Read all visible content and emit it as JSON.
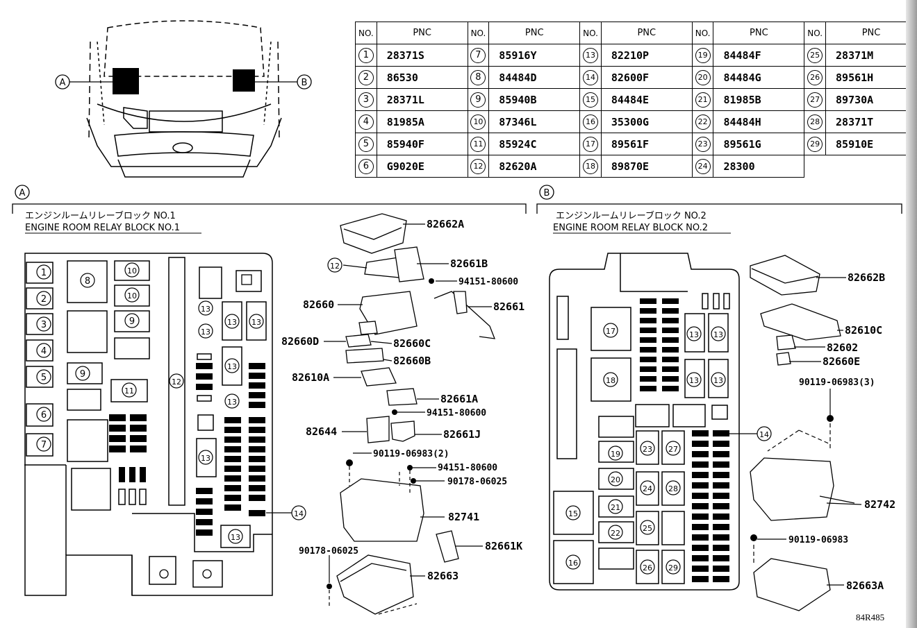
{
  "table": {
    "header_no": "NO.",
    "header_pnc": "PNC",
    "rows": [
      [
        {
          "no": "1",
          "pnc": "28371S"
        },
        {
          "no": "7",
          "pnc": "85916Y"
        },
        {
          "no": "13",
          "pnc": "82210P"
        },
        {
          "no": "19",
          "pnc": "84484F"
        },
        {
          "no": "25",
          "pnc": "28371M"
        }
      ],
      [
        {
          "no": "2",
          "pnc": "86530"
        },
        {
          "no": "8",
          "pnc": "84484D"
        },
        {
          "no": "14",
          "pnc": "82600F"
        },
        {
          "no": "20",
          "pnc": "84484G"
        },
        {
          "no": "26",
          "pnc": "89561H"
        }
      ],
      [
        {
          "no": "3",
          "pnc": "28371L"
        },
        {
          "no": "9",
          "pnc": "85940B"
        },
        {
          "no": "15",
          "pnc": "84484E"
        },
        {
          "no": "21",
          "pnc": "81985B"
        },
        {
          "no": "27",
          "pnc": "89730A"
        }
      ],
      [
        {
          "no": "4",
          "pnc": "81985A"
        },
        {
          "no": "10",
          "pnc": "87346L"
        },
        {
          "no": "16",
          "pnc": "35300G"
        },
        {
          "no": "22",
          "pnc": "84484H"
        },
        {
          "no": "28",
          "pnc": "28371T"
        }
      ],
      [
        {
          "no": "5",
          "pnc": "85940F"
        },
        {
          "no": "11",
          "pnc": "85924C"
        },
        {
          "no": "17",
          "pnc": "89561F"
        },
        {
          "no": "23",
          "pnc": "89561G"
        },
        {
          "no": "29",
          "pnc": "85910E"
        }
      ],
      [
        {
          "no": "6",
          "pnc": "G9020E"
        },
        {
          "no": "12",
          "pnc": "82620A"
        },
        {
          "no": "18",
          "pnc": "89870E"
        },
        {
          "no": "24",
          "pnc": "28300"
        },
        null
      ]
    ]
  },
  "vehicle": {
    "marker_a": "A",
    "marker_b": "B"
  },
  "section_a": {
    "marker": "A",
    "title_jp": "エンジンルームリレーブロック NO.1",
    "title_en": "ENGINE ROOM RELAY BLOCK NO.1",
    "block_callouts": [
      "1",
      "2",
      "3",
      "4",
      "5",
      "6",
      "7",
      "8",
      "9",
      "9",
      "10",
      "10",
      "11",
      "12",
      "13",
      "13",
      "13",
      "13",
      "13",
      "13",
      "13",
      "13",
      "14"
    ],
    "parts": {
      "p82662A": "82662A",
      "p82661B": "82661B",
      "p94151_1": "94151-80600",
      "p82660": "82660",
      "p82661": "82661",
      "p82660D": "82660D",
      "p82660C": "82660C",
      "p82660B": "82660B",
      "p82610A": "82610A",
      "p82661A": "82661A",
      "p94151_2": "94151-80600",
      "p82644": "82644",
      "p82661J": "82661J",
      "p90119": "90119-06983(2)",
      "p94151_3": "94151-80600",
      "p90178_1": "90178-06025",
      "p82741": "82741",
      "p82661K": "82661K",
      "p90178_2": "90178-06025",
      "p82663": "82663",
      "callout12": "12"
    }
  },
  "section_b": {
    "marker": "B",
    "title_jp": "エンジンルームリレーブロック NO.2",
    "title_en": "ENGINE ROOM RELAY BLOCK NO.2",
    "block_callouts": [
      "13",
      "13",
      "13",
      "13",
      "14",
      "15",
      "16",
      "17",
      "18",
      "19",
      "20",
      "21",
      "22",
      "23",
      "24",
      "25",
      "26",
      "27",
      "28",
      "29"
    ],
    "parts": {
      "p82662B": "82662B",
      "p82610C": "82610C",
      "p82602": "82602",
      "p82660E": "82660E",
      "p90119_3": "90119-06983(3)",
      "p82742": "82742",
      "p90119": "90119-06983",
      "p82663A": "82663A"
    }
  },
  "footer_code": "84R485"
}
